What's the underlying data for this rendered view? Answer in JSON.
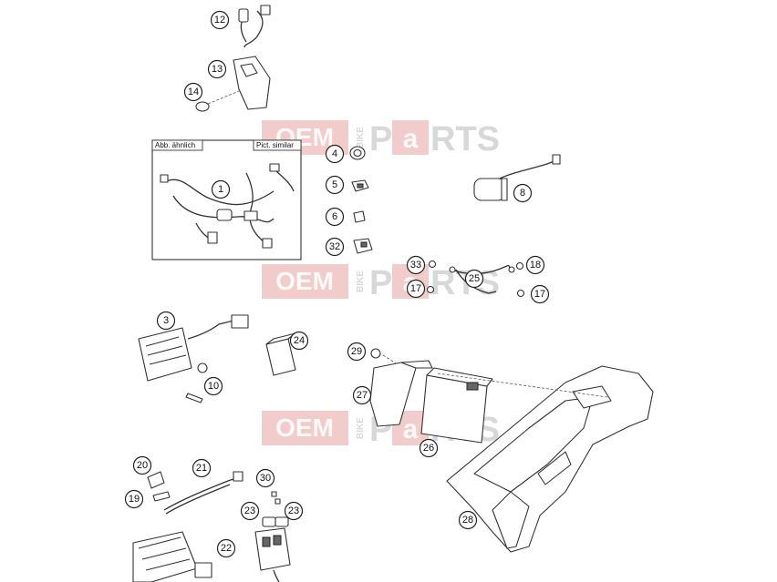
{
  "box_labels": {
    "left": "Abb. ähnlich",
    "right": "Pict. similar"
  },
  "watermark": {
    "word1": "OEM",
    "word2": "BIKE",
    "word3": "P",
    "word4": "a",
    "word5": "RTS"
  },
  "callouts": [
    "1",
    "3",
    "4",
    "5",
    "6",
    "8",
    "10",
    "12",
    "13",
    "14",
    "17",
    "17",
    "18",
    "19",
    "20",
    "21",
    "22",
    "23",
    "23",
    "24",
    "25",
    "26",
    "27",
    "28",
    "29",
    "30",
    "32",
    "33"
  ]
}
